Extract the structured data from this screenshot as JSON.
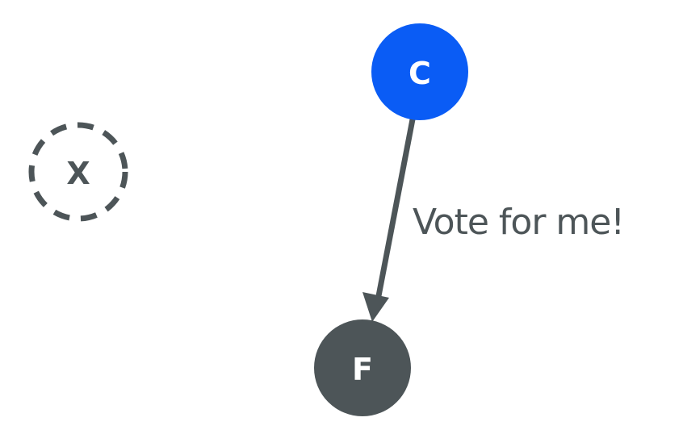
{
  "nodes": {
    "candidate": {
      "label": "C",
      "fill": "#0a5cf5",
      "text_color": "#ffffff"
    },
    "follower": {
      "label": "F",
      "fill": "#4d5558",
      "text_color": "#ffffff"
    },
    "unknown": {
      "label": "X",
      "stroke": "#4d5558",
      "text_color": "#4d5558",
      "style": "dashed"
    }
  },
  "edge": {
    "from": "C",
    "to": "F",
    "label": "Vote for me!",
    "color": "#4d5558"
  }
}
